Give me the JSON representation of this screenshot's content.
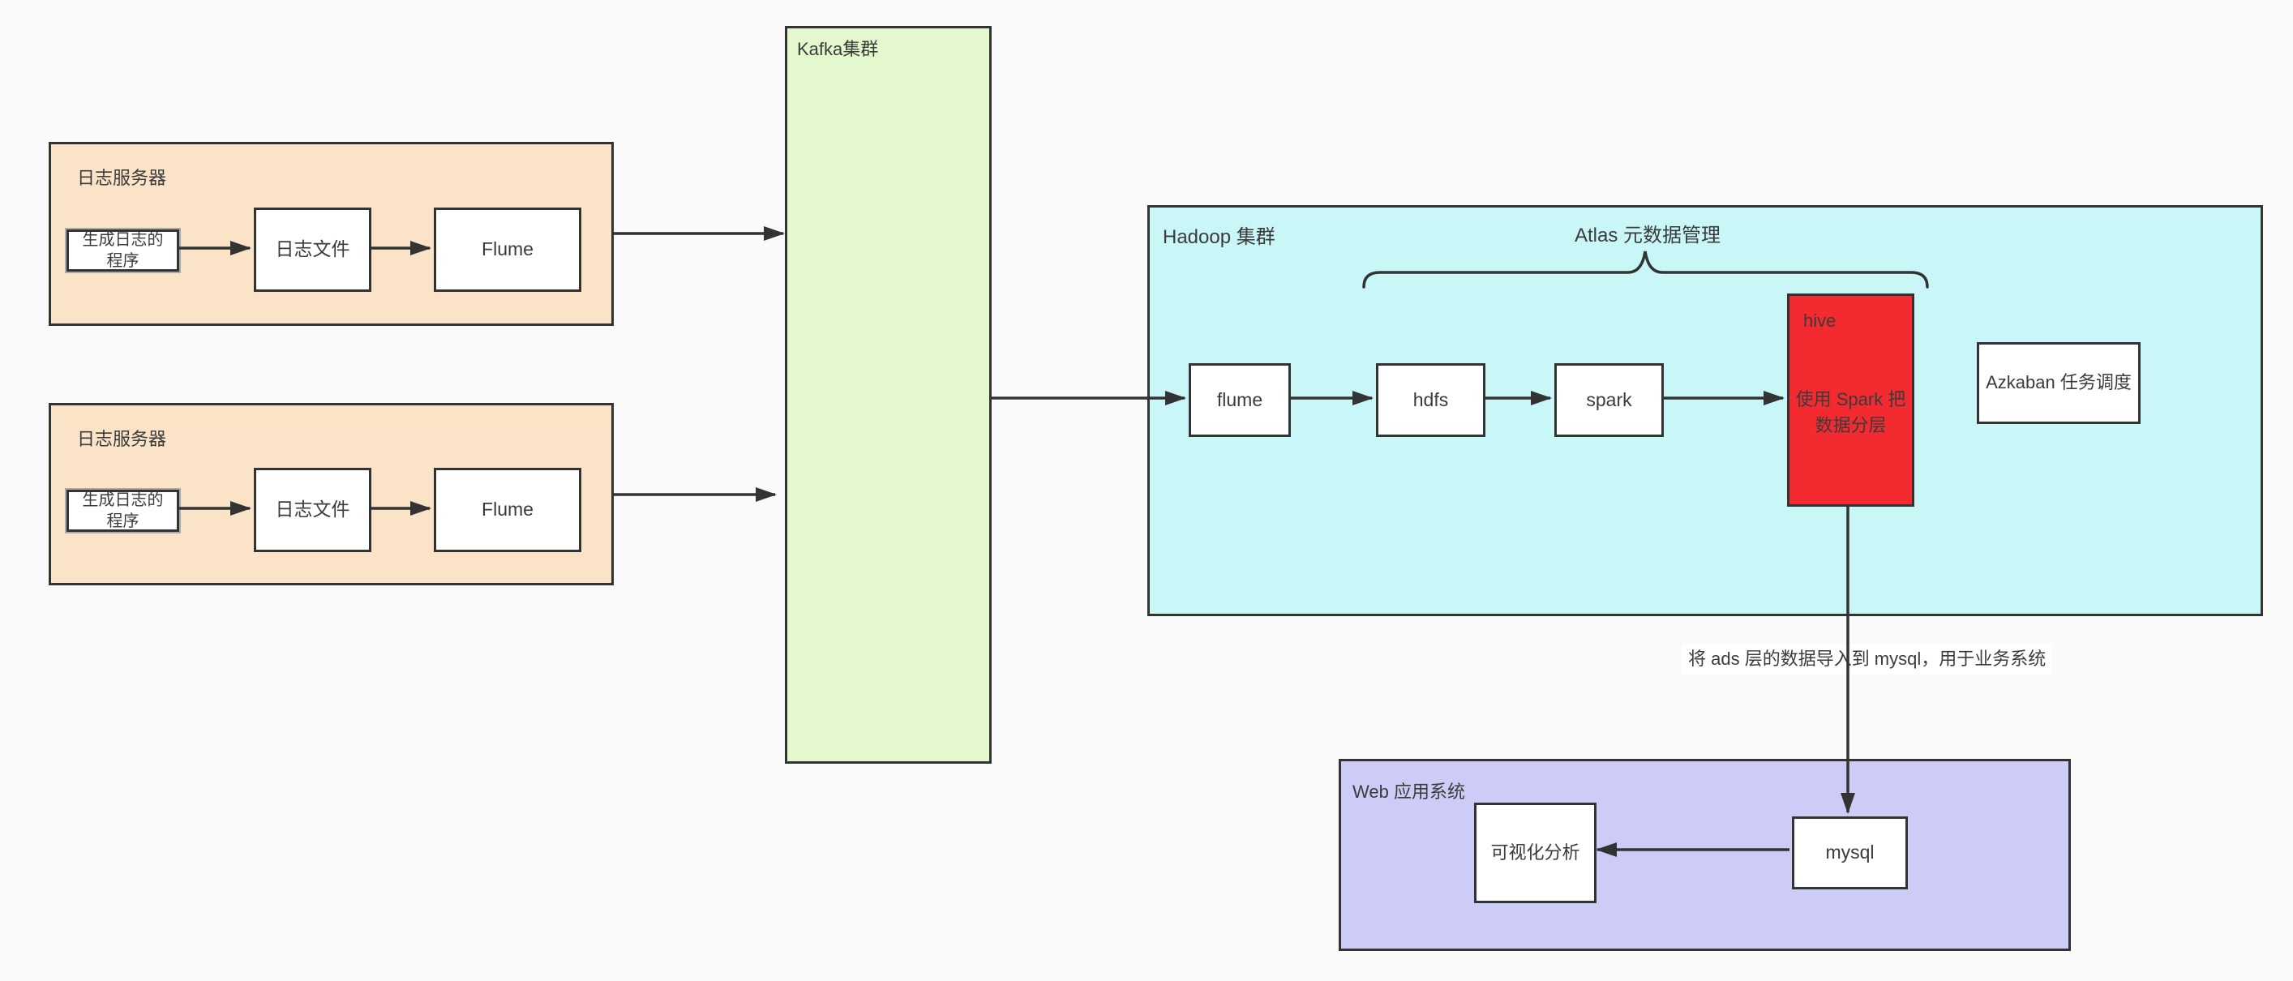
{
  "colors": {
    "bg": "#fafafa",
    "line": "#333333",
    "text": "#3b3b3b",
    "log-fill": "#fbe3c8",
    "kafka-fill": "#e3f9cd",
    "hadoop-fill": "#c9f7f8",
    "hive-fill": "#f32a2f",
    "web-fill": "#cdccf6",
    "node-fill": "#ffffff"
  },
  "diagram": {
    "log_servers": [
      {
        "title": "日志服务器",
        "generator_line1": "生成日志的",
        "generator_line2": "程序",
        "log_file": "日志文件",
        "flume": "Flume"
      },
      {
        "title": "日志服务器",
        "generator_line1": "生成日志的",
        "generator_line2": "程序",
        "log_file": "日志文件",
        "flume": "Flume"
      }
    ],
    "kafka": {
      "title": "Kafka集群"
    },
    "hadoop": {
      "title": "Hadoop 集群",
      "atlas_label": "Atlas 元数据管理",
      "flume": "flume",
      "hdfs": "hdfs",
      "spark": "spark",
      "hive_title": "hive",
      "hive_note_line1": "使用 Spark 把",
      "hive_note_line2": "数据分层",
      "azkaban": "Azkaban 任务调度"
    },
    "edge_note": "将 ads 层的数据导入到 mysql，用于业务系统",
    "web": {
      "title": "Web 应用系统",
      "viz": "可视化分析",
      "mysql": "mysql"
    }
  }
}
